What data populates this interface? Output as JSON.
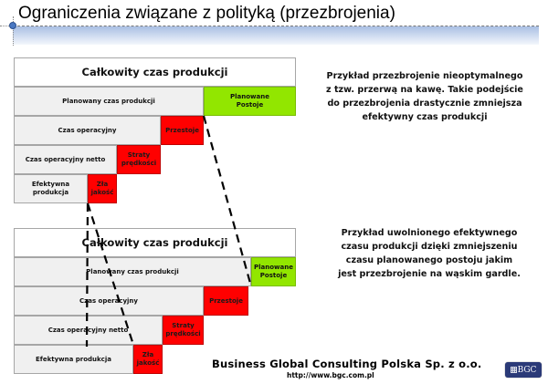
{
  "slide": {
    "title": "Ograniczenia związane z polityką (przezbrojenia)"
  },
  "diagram_top": {
    "header": "Całkowity czas produkcji",
    "rows": [
      {
        "gray": "Planowany czas produkcji",
        "loss": "Planowane Postoje",
        "loss_color": "#92e600"
      },
      {
        "gray": "Czas operacyjny",
        "loss": "Przestoje",
        "loss_color": "#ff0000"
      },
      {
        "gray": "Czas operacyjny netto",
        "loss": "Straty prędkości",
        "loss_color": "#ff0000"
      },
      {
        "gray": "Efektywna produkcja",
        "loss": "Zła jakość",
        "loss_color": "#ff0000"
      }
    ]
  },
  "diagram_bottom": {
    "header": "Całkowity czas produkcji",
    "rows": [
      {
        "gray": "Planowany czas produkcji",
        "loss": "Planowane Postoje",
        "loss_color": "#92e600"
      },
      {
        "gray": "Czas operacyjny",
        "loss": "Przestoje",
        "loss_color": "#ff0000"
      },
      {
        "gray": "Czas operacyjny netto",
        "loss": "Straty prędkości",
        "loss_color": "#ff0000"
      },
      {
        "gray": "Efektywna produkcja",
        "loss": "Zła jakość",
        "loss_color": "#ff0000"
      }
    ]
  },
  "notes": {
    "top": "Przykład przezbrojenie nieoptymalnego z tzw. przerwą na kawę. Takie podejście do przezbrojenia drastycznie zmniejsza efektywny czas produkcji",
    "bottom": "Przykład uwolnionego efektywnego czasu produkcji dzięki zmniejszeniu czasu planowanego postoju jakim jest przezbrojenie na wąskim gardle."
  },
  "footer": {
    "company": "Business Global Consulting Polska Sp. z o.o.",
    "url": "http://www.bgc.com.pl",
    "logo_text": "BGC"
  },
  "colors": {
    "loss_red": "#ff0000",
    "planned_green": "#92e600",
    "bar_gray": "#f0f0f0",
    "title_band": "#a9bfe3",
    "logo_navy": "#2b3a78"
  }
}
